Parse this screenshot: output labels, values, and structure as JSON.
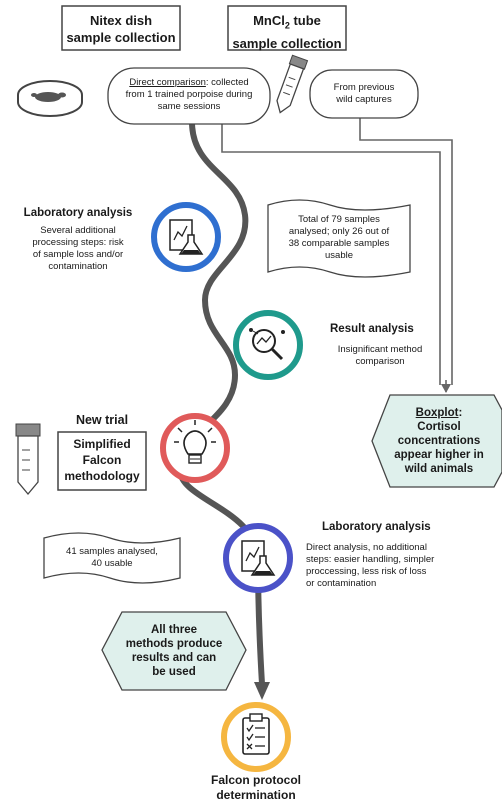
{
  "top_boxes": {
    "nitex": {
      "line1": "Nitex dish",
      "line2": "sample collection"
    },
    "mncl": {
      "prefix": "MnCl",
      "subscript": "2",
      "suffix": " tube",
      "line2": "sample collection"
    }
  },
  "direct_comparison": {
    "underline": "Direct comparison",
    "rest_line1": ": collected",
    "line2": "from 1 trained porpoise during",
    "line3": "same sessions"
  },
  "previous": {
    "line1": "From previous",
    "line2": "wild captures"
  },
  "lab1": {
    "title": "Laboratory analysis",
    "lines": [
      "Several additional",
      "processing steps: risk",
      "of sample loss and/or",
      "contamination"
    ]
  },
  "total_note": {
    "lines": [
      "Total of 79 samples",
      "analysed; only 26 out of",
      "38 comparable samples",
      "usable"
    ]
  },
  "result": {
    "title": "Result analysis",
    "lines": [
      "Insignificant method",
      "comparison"
    ]
  },
  "boxplot": {
    "underline": "Boxplot",
    "colon": ":",
    "lines": [
      "Cortisol",
      "concentrations",
      "appear higher in",
      "wild animals"
    ]
  },
  "new_trial": {
    "title": "New trial",
    "box_lines": [
      "Simplified",
      "Falcon",
      "methodology"
    ]
  },
  "lab2": {
    "title": "Laboratory analysis",
    "lines": [
      "Direct analysis, no additional",
      "steps: easier handling, simpler",
      "proccessing, less risk of loss",
      "or contamination"
    ]
  },
  "samples_note": {
    "lines": [
      "41 samples analysed,",
      "40 usable"
    ]
  },
  "all_three": {
    "lines": [
      "All three",
      "methods produce",
      "results and can",
      "be used"
    ]
  },
  "final": {
    "lines": [
      "Falcon protocol",
      "determination"
    ]
  },
  "colors": {
    "lab_blue": "#2f6fd0",
    "teal": "#1f9a8c",
    "red": "#e05a5a",
    "indigo": "#4b52c8",
    "yellow": "#f5b640",
    "hex_fill": "#dff0ec",
    "path": "#555555"
  },
  "icons": [
    "petri-dish-icon",
    "tube-icon",
    "lab-report-icon",
    "magnify-chart-icon",
    "lightbulb-icon",
    "clipboard-checklist-icon"
  ]
}
